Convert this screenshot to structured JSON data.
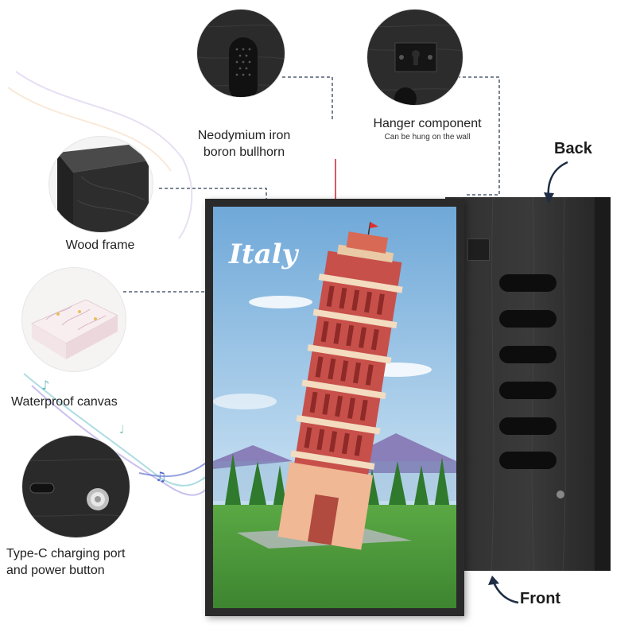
{
  "callouts": {
    "speaker": {
      "line1": "Neodymium iron",
      "line2": "boron bullhorn"
    },
    "hanger": {
      "title": "Hanger component",
      "subtitle": "Can be hung on the wall"
    },
    "frame": {
      "label": "Wood frame"
    },
    "canvas": {
      "label": "Waterproof canvas"
    },
    "port": {
      "line1": "Type-C charging port",
      "line2": "and power button"
    }
  },
  "views": {
    "back": "Back",
    "front": "Front"
  },
  "poster": {
    "title": "Italy"
  },
  "colors": {
    "wood": "#2a2a2a",
    "sky": "#7fb3dd",
    "tower": "#c9504a",
    "grass": "#4f9a3a",
    "dashed": "#2f3f55"
  }
}
